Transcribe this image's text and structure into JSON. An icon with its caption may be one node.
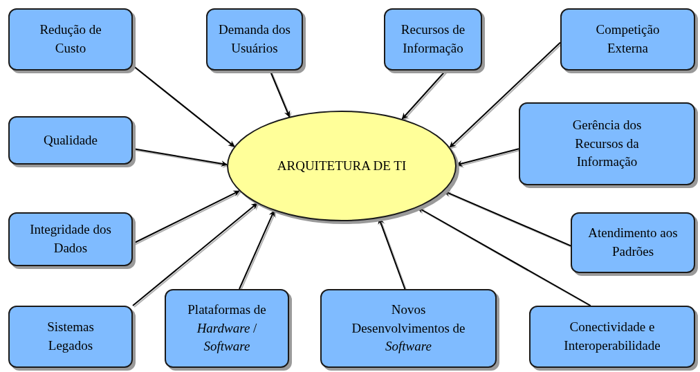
{
  "diagram": {
    "nodes": [
      {
        "text": [
          "Redução de Custo"
        ]
      },
      {
        "text": [
          "Demanda dos Usuários"
        ]
      },
      {
        "text": [
          "Recursos de Informação"
        ]
      },
      {
        "text": [
          "Competição Externa"
        ]
      },
      {
        "text": [
          "Qualidade"
        ]
      },
      {
        "text": [
          "ARQUITETURA DE TI"
        ]
      },
      {
        "text": [
          "Gerência dos Recursos da Informação"
        ]
      },
      {
        "text": [
          "Integridade dos Dados"
        ]
      },
      {
        "text": [
          "Atendimento aos Padrões"
        ]
      },
      {
        "text": [
          "Sistemas Legados"
        ]
      },
      {
        "text": [
          "Plataformas de *Hardware* / *Software*"
        ]
      },
      {
        "text": [
          "Novos Desenvolvimentos de *Software*"
        ]
      },
      {
        "text": [
          "Conectividade e Interoperabilidade"
        ]
      }
    ],
    "edges": [
      {
        "from": 0,
        "to": 5,
        "arrow": "to"
      },
      {
        "from": 1,
        "to": 5,
        "arrow": "to"
      },
      {
        "from": 2,
        "to": 5,
        "arrow": "to"
      },
      {
        "from": 3,
        "to": 5,
        "arrow": "to"
      },
      {
        "from": 4,
        "to": 5,
        "arrow": "to"
      },
      {
        "from": 6,
        "to": 5,
        "arrow": "to"
      },
      {
        "from": 7,
        "to": 5,
        "arrow": "to"
      },
      {
        "from": 9,
        "to": 5,
        "arrow": "to"
      },
      {
        "from": 10,
        "to": 5,
        "arrow": "to"
      },
      {
        "from": 11,
        "to": 5,
        "arrow": "to"
      },
      {
        "from": 8,
        "to": 5,
        "arrow": "to"
      },
      {
        "from": 12,
        "to": 5,
        "arrow": "to"
      }
    ]
  }
}
